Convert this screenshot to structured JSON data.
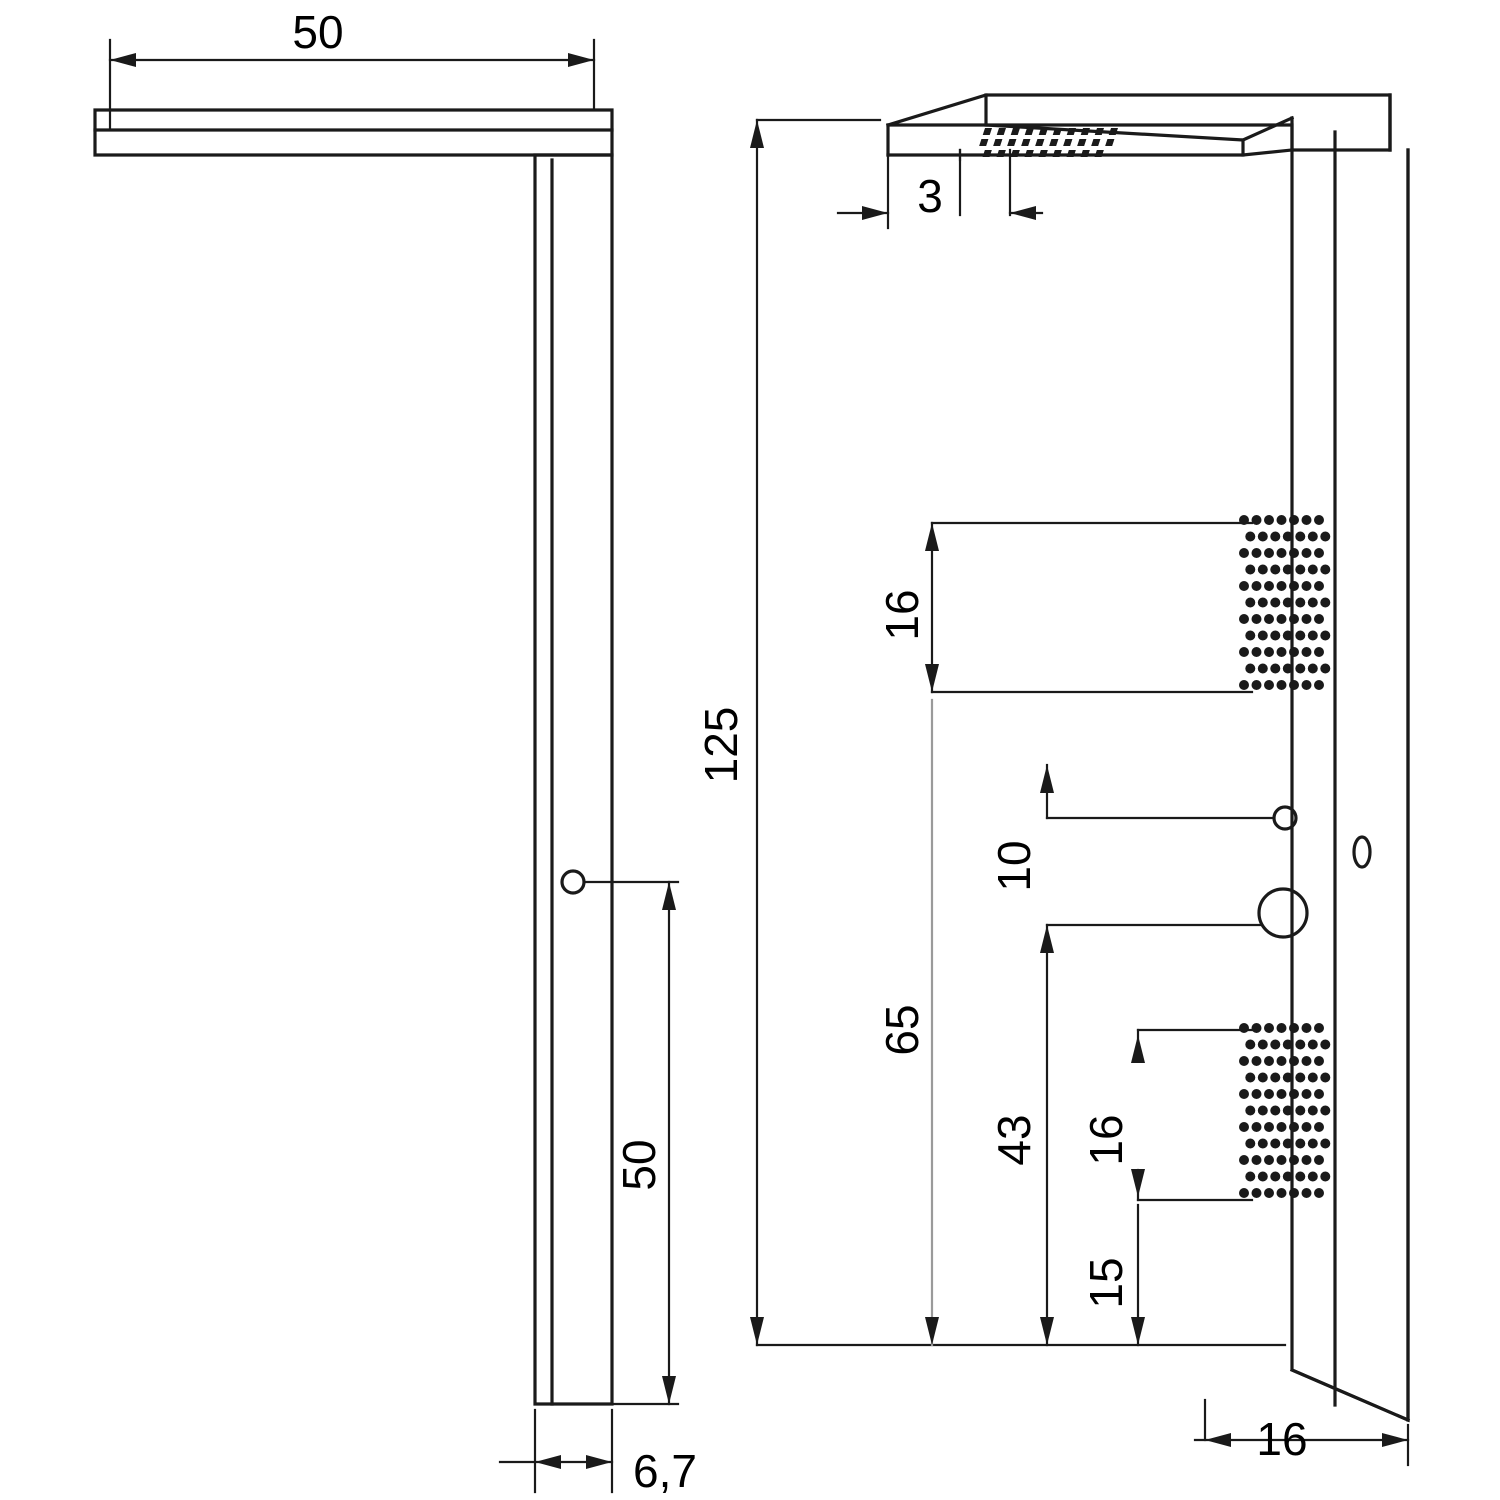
{
  "drawing": {
    "title": "technical-dimension-drawing",
    "units_note": "",
    "stroke_color": "#1a1a1a",
    "background_color": "#ffffff",
    "views": [
      {
        "name": "side-view",
        "label": ""
      },
      {
        "name": "front-view",
        "label": ""
      }
    ],
    "dimensions": {
      "left_view": {
        "top_width": "50",
        "vertical_hole_height": "50",
        "bottom_thickness": "6,7"
      },
      "right_view": {
        "head_thickness": "3",
        "overall_height": "125",
        "upper_grid_offset": "16",
        "hole_small": "10",
        "mid_height": "65",
        "lower_ref": "43",
        "lower_grid_offset": "16",
        "bottom_offset": "15",
        "base_width": "16"
      }
    }
  }
}
